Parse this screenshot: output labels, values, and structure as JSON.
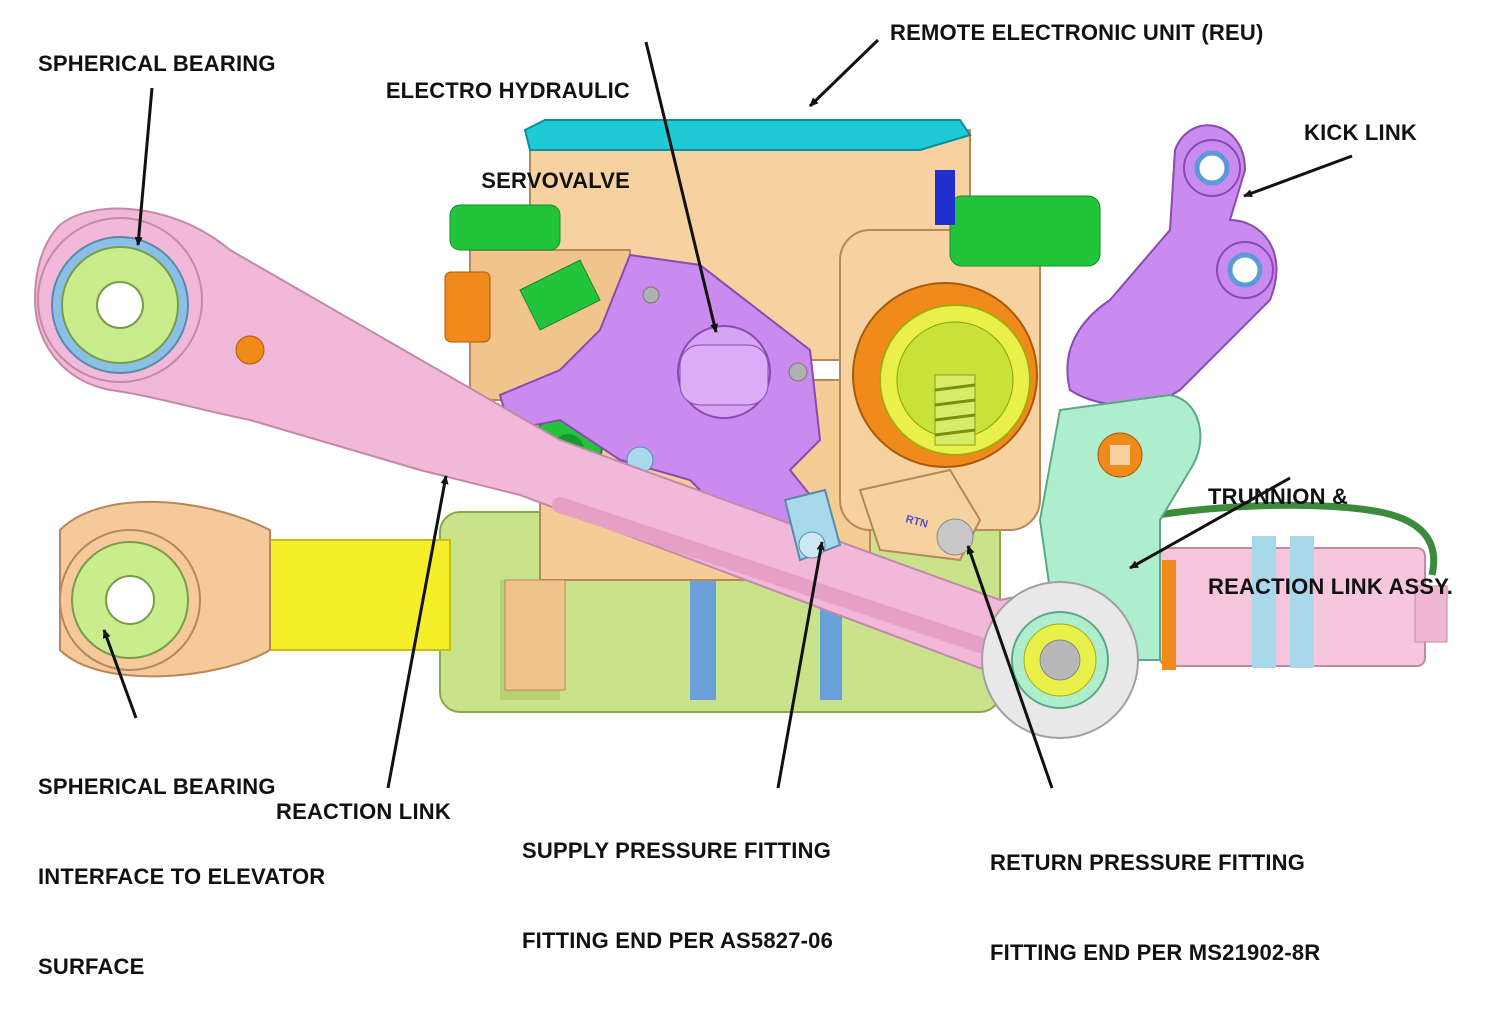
{
  "labels": {
    "spherical_bearing": "SPHERICAL BEARING",
    "electro_hydraulic_servovalve": [
      "ELECTRO HYDRAULIC",
      "SERVOVALVE"
    ],
    "remote_electronic_unit": "REMOTE ELECTRONIC UNIT (REU)",
    "kick_link": "KICK LINK",
    "trunnion_reaction_link_assy": [
      "TRUNNION &",
      "REACTION LINK ASSY."
    ],
    "spherical_bearing_interface": [
      "SPHERICAL BEARING",
      "INTERFACE TO ELEVATOR",
      "SURFACE"
    ],
    "reaction_link": "REACTION LINK",
    "supply_pressure_fitting": [
      "SUPPLY PRESSURE FITTING",
      "FITTING END PER AS5827-06"
    ],
    "return_pressure_fitting": [
      "RETURN PRESSURE FITTING",
      "FITTING END PER MS21902-8R"
    ]
  },
  "part_marking": "RTN",
  "colors": {
    "pink_link": "#f2b8d9",
    "lavender": "#c98bf0",
    "peach_body": "#f5d2a0",
    "green_bearing": "#c9ec8c",
    "cyan_reu": "#1fc9d6",
    "green_fitting": "#22c43a",
    "orange": "#f08a1a",
    "yellow_cylinder": "#f6ee2a",
    "mint": "#aeeecd",
    "light_blue": "#9fd6f0"
  }
}
